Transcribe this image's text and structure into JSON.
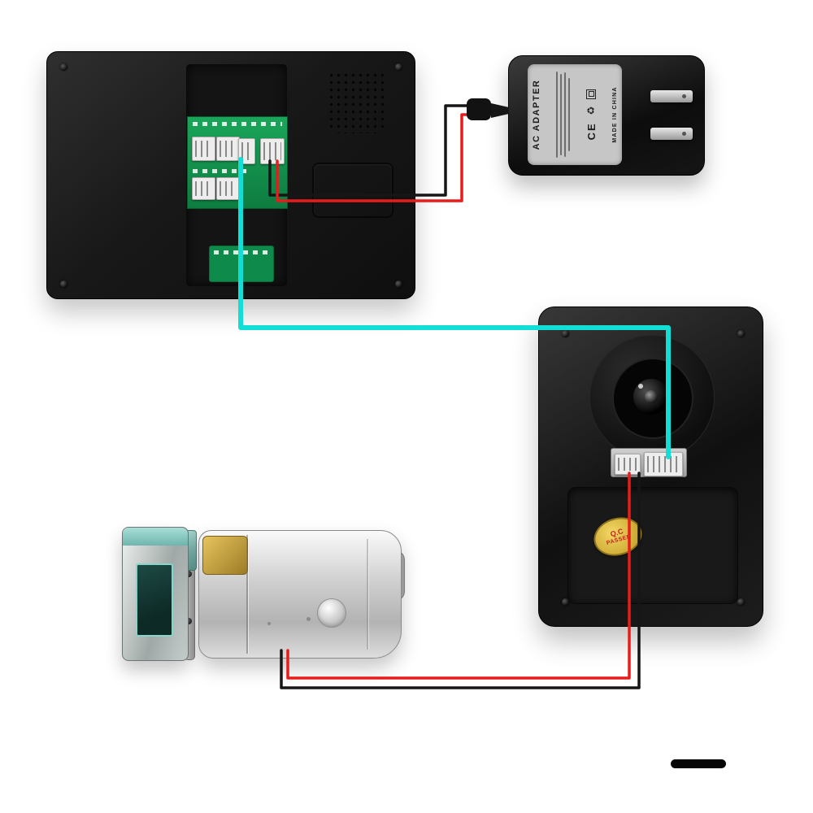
{
  "scene": {
    "background": "#ffffff"
  },
  "adapter": {
    "title": "AC ADAPTER",
    "ce_mark": "CE",
    "made_in": "MADE IN CHINA"
  },
  "doorbell": {
    "qc_line1": "Q.C",
    "qc_line2": "PASSED"
  },
  "wires": {
    "video": "#12ded6",
    "positive": "#e81c1c",
    "negative": "#161616"
  }
}
